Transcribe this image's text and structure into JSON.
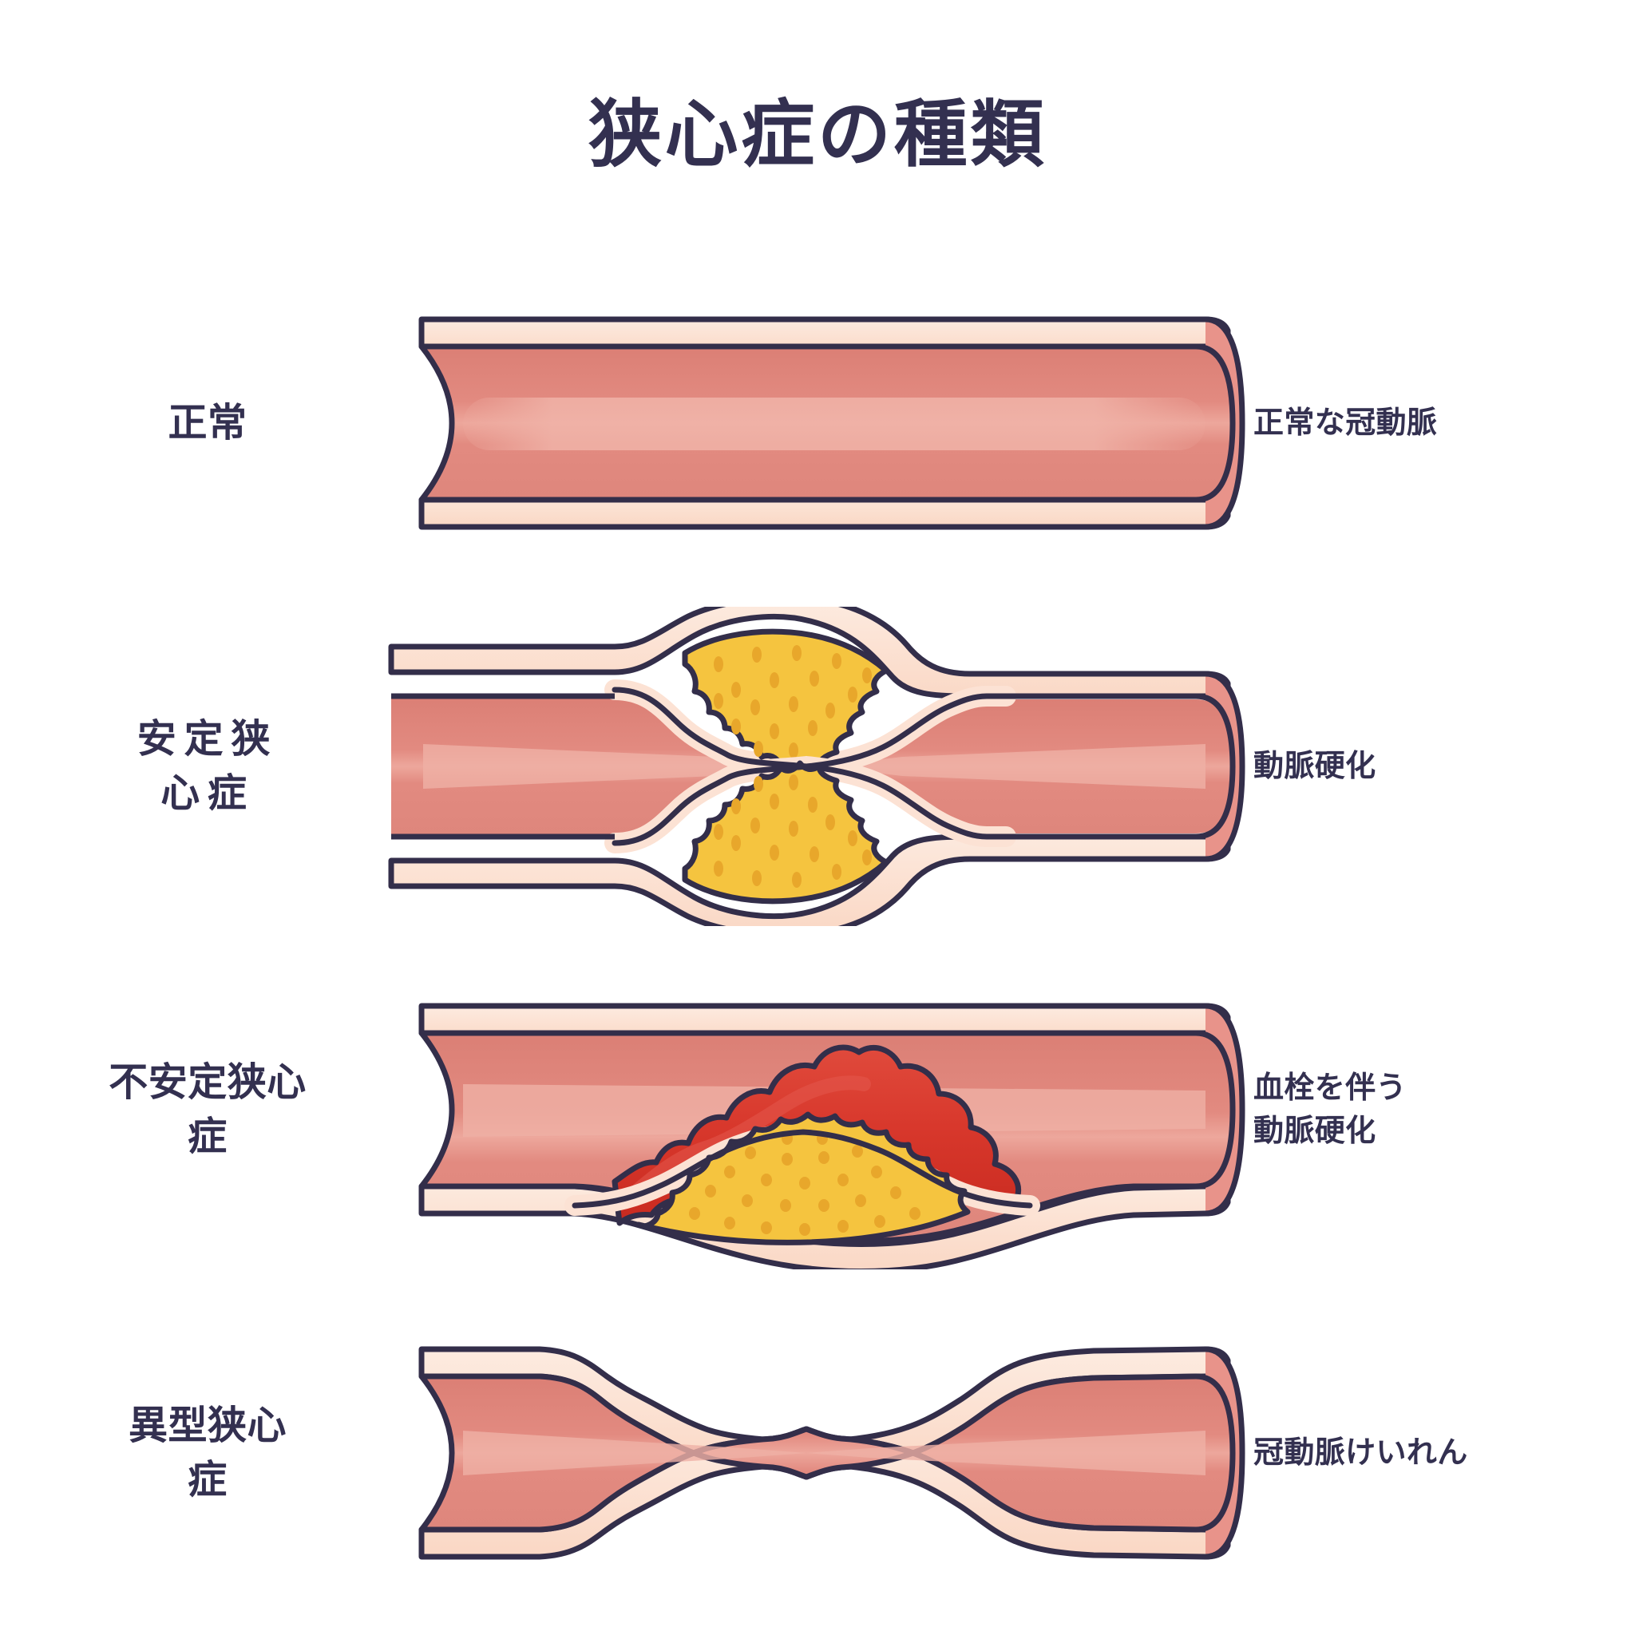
{
  "title": "狭心症の種類",
  "colors": {
    "outline": "#332E4A",
    "wall": "#FBDCCB",
    "wall_light": "#FDE7DB",
    "lumen": "#E08378",
    "lumen_highlight": "#EDA096",
    "lumen_dark": "#D97C72",
    "plaque": "#F5C43F",
    "plaque_speck": "#E8A72B",
    "thrombus": "#D9342B",
    "thrombus_light": "#E4574C",
    "text": "#333050",
    "background": "#FFFFFF"
  },
  "rows": [
    {
      "left_label": "正常",
      "left_lines": [
        "正常"
      ],
      "right_label": "正常な冠動脈",
      "right_lines": [
        "正常な冠動脈"
      ],
      "diagram": "normal-artery",
      "features": []
    },
    {
      "left_label": "安定狭心症",
      "left_lines": [
        "安定狭",
        "心症"
      ],
      "right_label": "動脈硬化",
      "right_lines": [
        "動脈硬化"
      ],
      "diagram": "atherosclerosis-stable",
      "features": [
        "plaque-top",
        "plaque-bottom",
        "outward-bulge"
      ]
    },
    {
      "left_label": "不安定狭心症",
      "left_lines": [
        "不安定狭心",
        "症"
      ],
      "right_label": "血栓を伴う動脈硬化",
      "right_lines": [
        "血栓を伴う",
        "動脈硬化"
      ],
      "diagram": "atherosclerosis-with-thrombus",
      "features": [
        "plaque-bottom",
        "thrombus"
      ]
    },
    {
      "left_label": "異型狭心症",
      "left_lines": [
        "異型狭心",
        "症"
      ],
      "right_label": "冠動脈けいれん",
      "right_lines": [
        "冠動脈けいれん"
      ],
      "diagram": "coronary-spasm",
      "features": [
        "spasm-constriction"
      ]
    }
  ]
}
